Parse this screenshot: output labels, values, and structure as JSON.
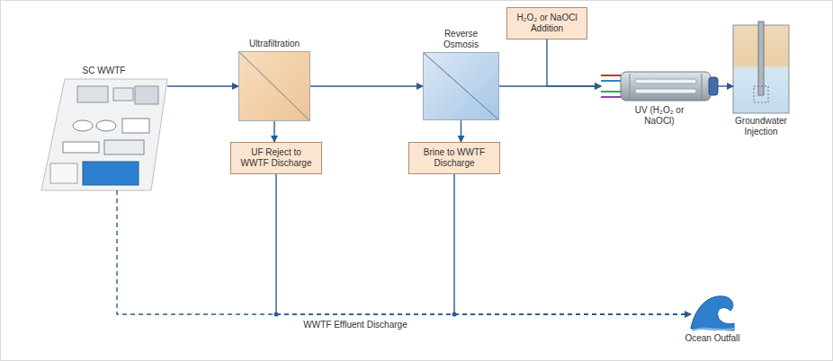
{
  "diagram": {
    "nodes": [
      {
        "text": [
          "SC WWTF"
        ]
      },
      {
        "text": [
          "Ultrafiltration"
        ]
      },
      {
        "text": [
          "Reverse Osmosis"
        ]
      },
      {
        "text": [
          "H₂O₂ or NaOCl Addition"
        ]
      },
      {
        "text": [
          "UV (H₂O₂ or NaOCl)"
        ]
      },
      {
        "text": [
          "Groundwater Injection"
        ]
      },
      {
        "text": [
          "UF Reject to WWTF Discharge"
        ]
      },
      {
        "text": [
          "Brine to WWTF Discharge"
        ]
      },
      {
        "text": [
          "Ocean Outfall"
        ]
      }
    ],
    "edges": [
      {
        "from": 0,
        "to": 1,
        "arrow": "to"
      },
      {
        "from": 1,
        "to": 2,
        "arrow": "to"
      },
      {
        "from": 1,
        "to": 6,
        "arrow": "to"
      },
      {
        "from": 2,
        "to": 7,
        "arrow": "to"
      },
      {
        "from": 2,
        "to": 4,
        "arrow": "to"
      },
      {
        "from": 3,
        "to": 4,
        "arrow": "to"
      },
      {
        "from": 4,
        "to": 5,
        "arrow": "to"
      },
      {
        "from": 0,
        "to": 8,
        "arrow": "to",
        "label": "WWTF Effluent Discharge"
      },
      {
        "from": 6,
        "to": 8,
        "arrow": "none"
      },
      {
        "from": 7,
        "to": 8,
        "arrow": "none"
      }
    ]
  }
}
